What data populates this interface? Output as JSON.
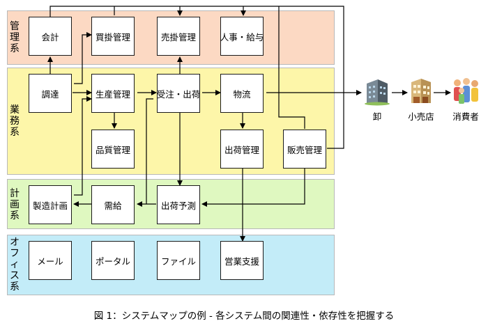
{
  "bands": [
    {
      "id": "kanri",
      "label": "管理系",
      "color": "#fcd9c3"
    },
    {
      "id": "gyomu",
      "label": "業務系",
      "color": "#fdf6a9"
    },
    {
      "id": "keikaku",
      "label": "計画系",
      "color": "#dff8c0"
    },
    {
      "id": "office",
      "label": "オフィス系",
      "color": "#c3ecf8"
    }
  ],
  "systems": {
    "kaikei": "会計",
    "kaikake": "買掛管理",
    "urikake": "売掛管理",
    "jinji": "人事・給与",
    "chotatsu": "調達",
    "seisan": "生産管理",
    "juchu": "受注・出荷",
    "butsuryu": "物流",
    "hinshitsu": "品質管理",
    "shukka": "出荷管理",
    "hanbai": "販売管理",
    "seizo": "製造計画",
    "jukyu": "需給",
    "yosoku": "出荷予測",
    "mail": "メール",
    "portal": "ポータル",
    "file": "ファイル",
    "eigyo": "営業支援"
  },
  "external": {
    "oroshi": "卸",
    "kouri": "小売店",
    "shohisha": "消費者"
  },
  "icons": {
    "oroshi": "office-building-icon",
    "kouri": "store-building-icon",
    "shohisha": "people-group-icon"
  },
  "caption": "図 1：システムマップの例 - 各システム間の関連性・依存性を把握する"
}
